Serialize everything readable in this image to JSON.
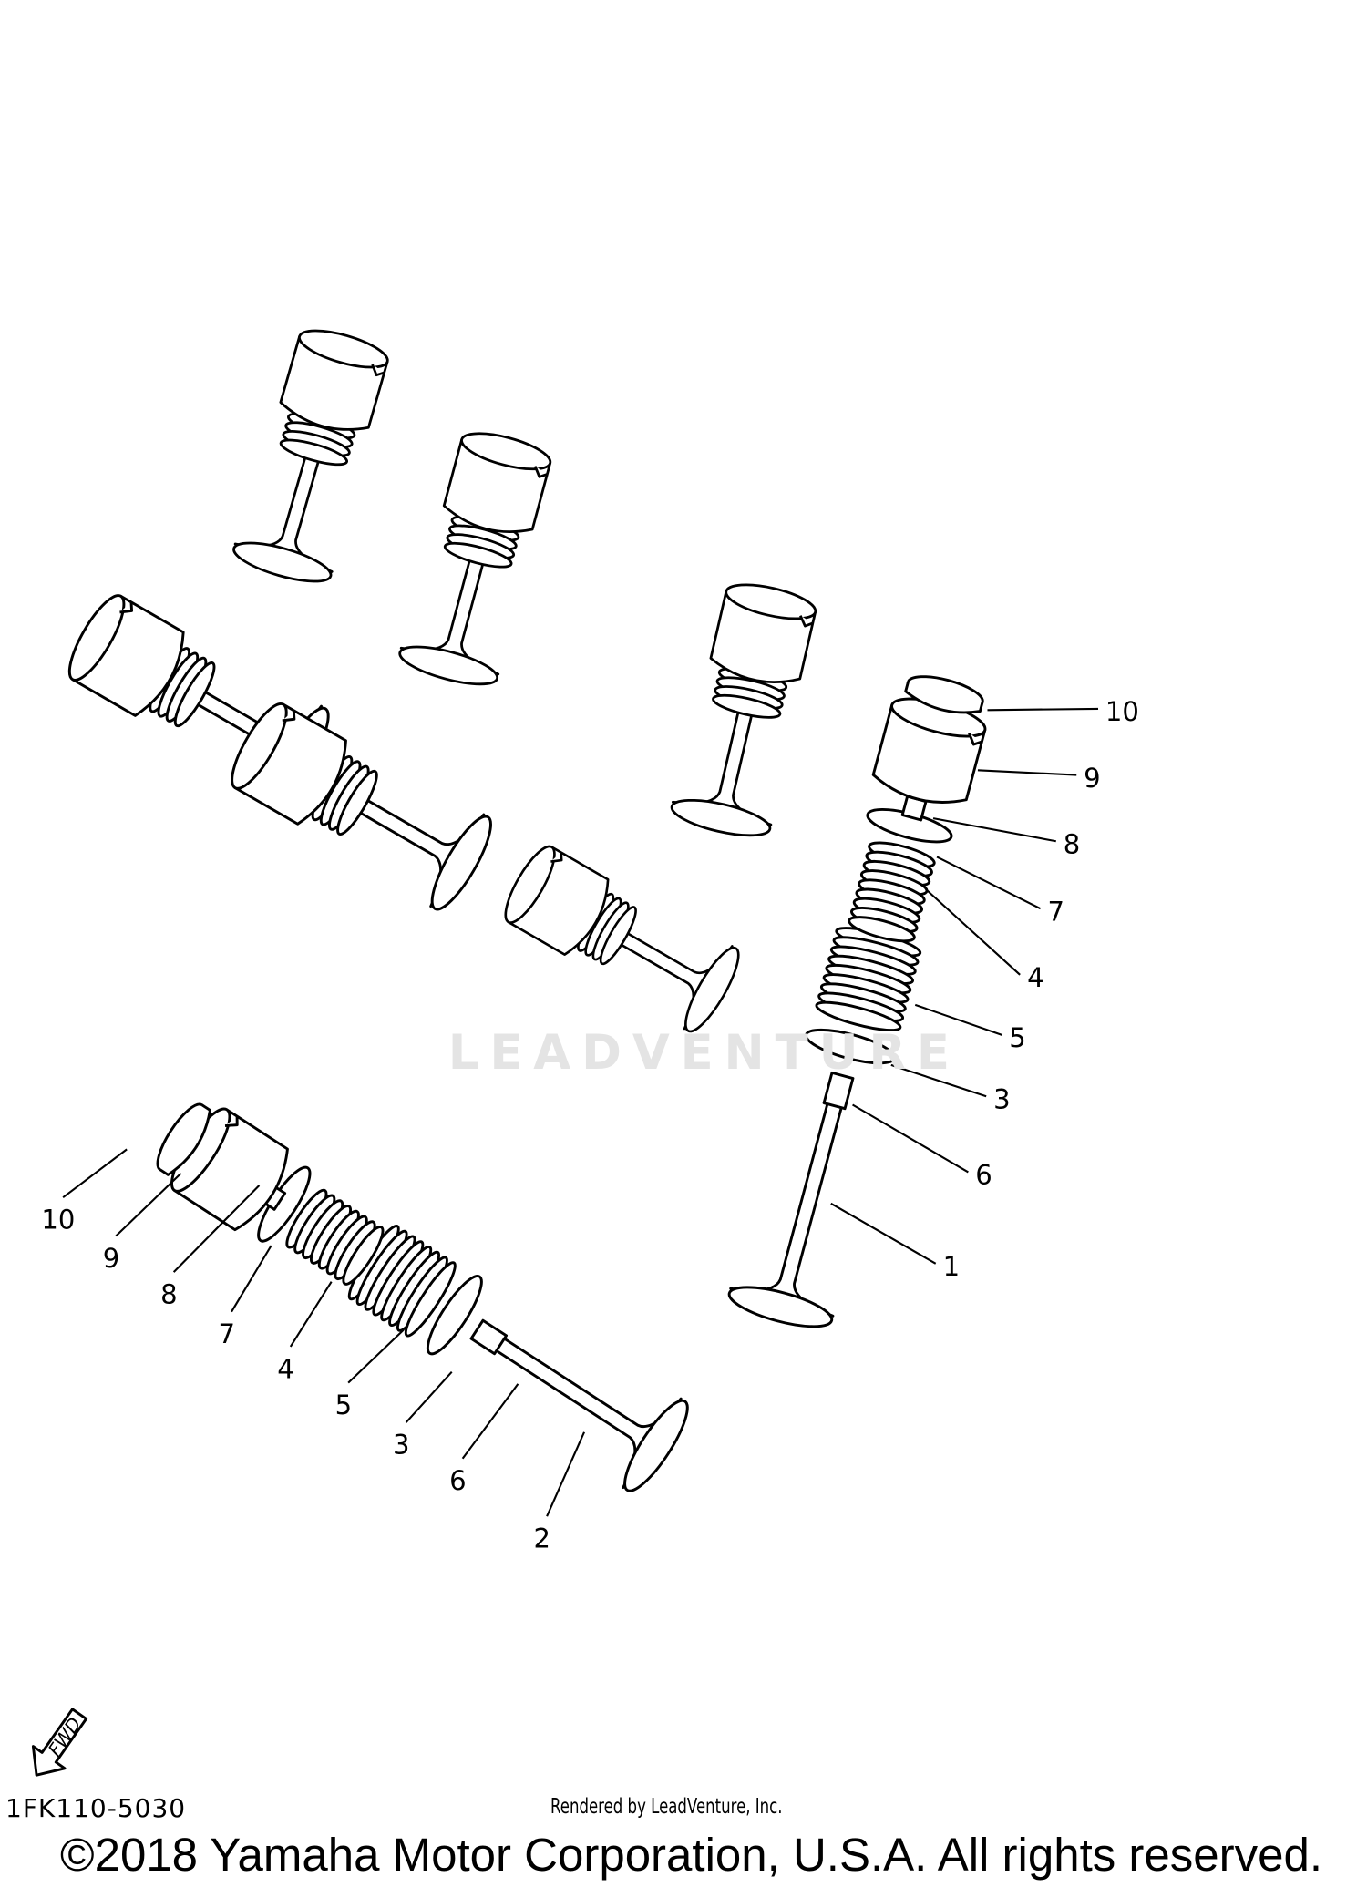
{
  "diagram": {
    "callouts_right": [
      "10",
      "9",
      "8",
      "7",
      "4",
      "5",
      "3",
      "6",
      "1"
    ],
    "callouts_left": [
      "10",
      "9",
      "8",
      "7",
      "4",
      "5",
      "3",
      "6",
      "2"
    ],
    "fwd_label": "FWD",
    "watermark": "LEADVENTURE"
  },
  "footer": {
    "diagram_code": "1FK110-5030",
    "copyright": "©2018 Yamaha Motor Corporation, U.S.A. All rights reserved.",
    "rendered_by": "Rendered by LeadVenture, Inc."
  }
}
